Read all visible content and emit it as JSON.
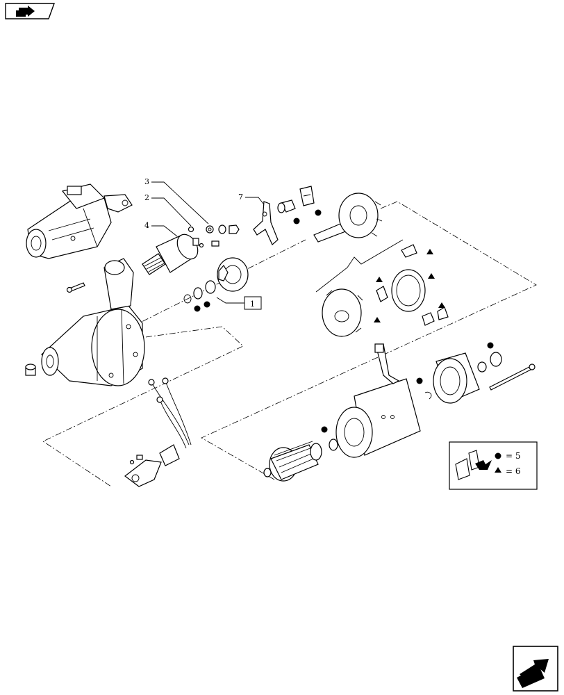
{
  "callouts": {
    "c1": "1",
    "c2": "2",
    "c3": "3",
    "c4": "4",
    "c7": "7"
  },
  "legend": {
    "dot_value": "= 5",
    "triangle_value": "= 6"
  },
  "icons": {
    "top_left": "forward-arrow-icon",
    "bottom_right": "back-arrow-icon"
  },
  "colors": {
    "ink": "#000000",
    "background": "#ffffff"
  }
}
